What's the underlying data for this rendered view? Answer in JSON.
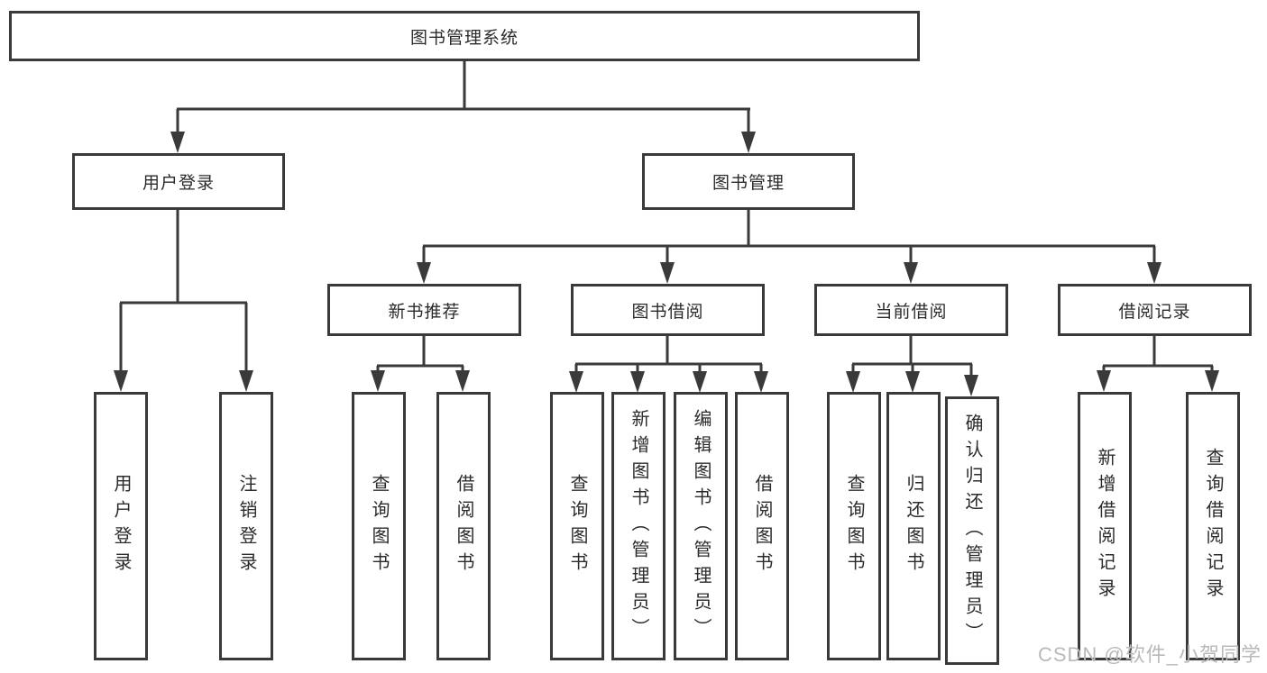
{
  "diagram": {
    "root": {
      "label": "图书管理系统"
    },
    "user_login": {
      "label": "用户登录",
      "children": [
        {
          "label": "用户登录"
        },
        {
          "label": "注销登录"
        }
      ]
    },
    "book_management": {
      "label": "图书管理",
      "sections": [
        {
          "label": "新书推荐",
          "children": [
            {
              "label": "查询图书"
            },
            {
              "label": "借阅图书"
            }
          ]
        },
        {
          "label": "图书借阅",
          "children": [
            {
              "label": "查询图书"
            },
            {
              "label": "新增图书（管理员）"
            },
            {
              "label": "编辑图书（管理员）"
            },
            {
              "label": "借阅图书"
            }
          ]
        },
        {
          "label": "当前借阅",
          "children": [
            {
              "label": "查询图书"
            },
            {
              "label": "归还图书"
            },
            {
              "label": "确认归还（管理员）"
            }
          ]
        },
        {
          "label": "借阅记录",
          "children": [
            {
              "label": "新增借阅记录"
            },
            {
              "label": "查询借阅记录"
            }
          ]
        }
      ]
    }
  },
  "watermark": {
    "text": "CSDN @软件_小贺同学"
  },
  "colors": {
    "line": "#3a3a3a",
    "text": "#2b2b2b",
    "background": "#ffffff",
    "watermark": "#b9b9b9"
  }
}
